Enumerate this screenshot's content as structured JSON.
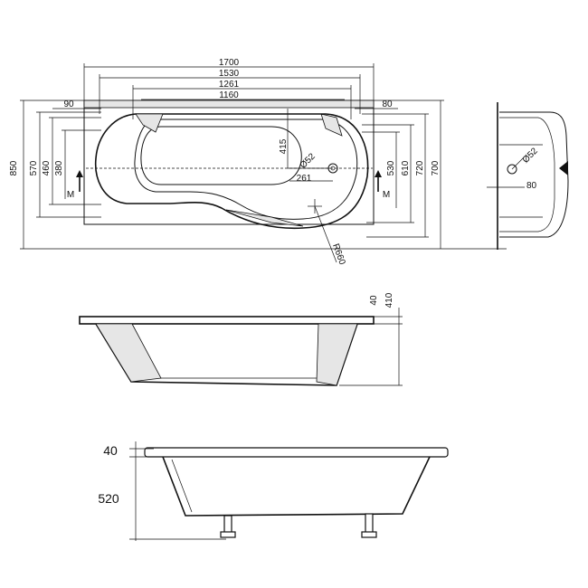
{
  "plan_view": {
    "width_labels": {
      "overall": "1700",
      "rim": "1530",
      "inner_long": "1261",
      "inner_short": "1160"
    },
    "offset_labels": {
      "left": "90",
      "right": "80"
    },
    "height_labels_left": {
      "overall": "850",
      "a": "570",
      "b": "460",
      "c": "380"
    },
    "height_labels_right": {
      "a": "530",
      "b": "610",
      "c": "720",
      "d": "700"
    },
    "internal_labels": {
      "drain_height": "415",
      "drain_dia": "Ø52",
      "drain_offset": "261",
      "radius": "R660"
    },
    "marker": "M"
  },
  "end_view": {
    "drain_dia": "Ø52",
    "offset": "80"
  },
  "side_view": {
    "rim": "40",
    "depth": "410"
  },
  "side_view_legs": {
    "rim": "40",
    "depth": "520"
  }
}
